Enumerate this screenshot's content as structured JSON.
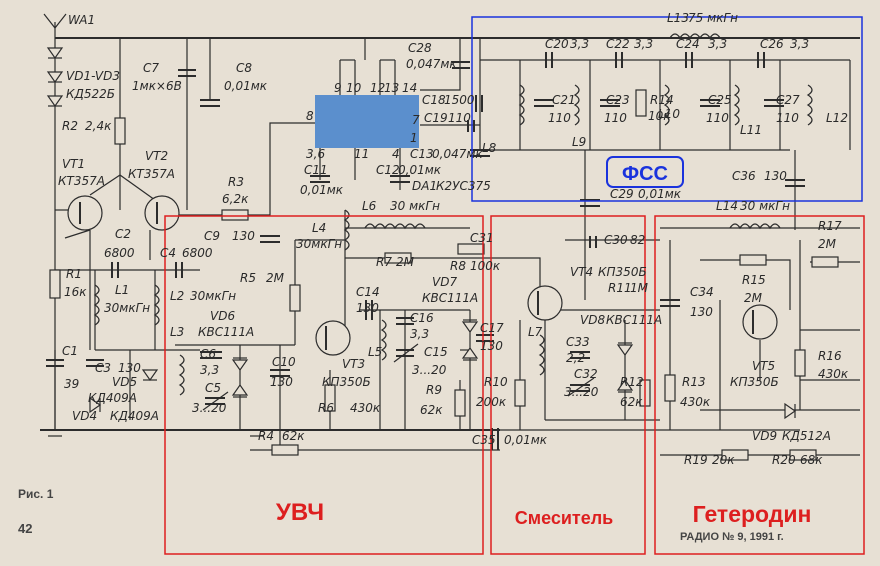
{
  "colors": {
    "background": "#e7e0d4",
    "ink": "#2c2c2c",
    "fss_box": "#1a33dd",
    "section_box": "#dd1f1f",
    "ic_fill": "#5b8fcd"
  },
  "sections": {
    "fss": "ФСС",
    "uvch": "УВЧ",
    "mixer": "Смеситель",
    "heterodyne": "Гетеродин"
  },
  "footer": {
    "figure": "Рис. 1",
    "page": "42",
    "source": "РАДИО № 9, 1991 г."
  },
  "labels": {
    "wa1": "WA1",
    "vd1": "VD1-VD3",
    "vd1b": "КД522Б",
    "c7": "C7",
    "c7v": "1мк×6В",
    "c8": "C8",
    "c8v": "0,01мк",
    "r2": "R2",
    "r2v": "2,4к",
    "vt1": "VT1",
    "vt1v": "КТ357А",
    "vt2": "VT2",
    "vt2v": "КТ357А",
    "r3": "R3",
    "r3v": "6,2к",
    "c9": "C9",
    "c9v": "130",
    "c2": "C2",
    "c2v": "6800",
    "c4": "C4",
    "c4v": "6800",
    "r1": "R1",
    "r1v": "16к",
    "l1": "L1",
    "l1v": "30мкГн",
    "l2": "L2",
    "l2v": "30мкГн",
    "vd6": "VD6",
    "vd6v": "КВС111А",
    "l3": "L3",
    "c6": "C6",
    "c6v": "3,3",
    "c5": "C5",
    "c5v": "3...20",
    "c1": "C1",
    "c1v": "39",
    "c3": "C3",
    "c3v": "130",
    "vd5": "VD5",
    "vd5v": "КД409А",
    "vd4": "VD4",
    "vd4v": "КД409А",
    "c10": "C10",
    "c10v": "130",
    "r4": "R4",
    "r4v": "62к",
    "r5": "R5",
    "r5v": "2М",
    "l4": "L4",
    "l4v": "30мкГн",
    "l6": "L6",
    "l6v": "30 мкГн",
    "r7": "R7",
    "r7v": "2М",
    "r8": "R8",
    "r8v": "100к",
    "c14": "C14",
    "c14v": "130",
    "vt3": "VT3",
    "vt3v": "КП350Б",
    "l5": "L5",
    "vd7": "VD7",
    "vd7v": "КВС111А",
    "c16": "C16",
    "c16v": "3,3",
    "c15": "C15",
    "c15v": "3...20",
    "r6": "R6",
    "r6v": "430к",
    "r9": "R9",
    "r9v": "62к",
    "c17": "C17",
    "c17v": "130",
    "c35": "C35",
    "c35v": "0,01мк",
    "c28": "C28",
    "c28v": "0,047мк",
    "c18": "C18",
    "c18v": "1500",
    "c19": "C19",
    "c19v": "110",
    "c13": "C13",
    "c13v": "0,047мк",
    "c11": "C11",
    "c11v": "0,01мк",
    "c12": "C12",
    "c12v": "0,01мк",
    "da1": "DA1",
    "da1v": "К2УС375",
    "l13": "L13",
    "l13v": "75 мкГн",
    "c20": "C20",
    "c20v": "3,3",
    "c22": "C22",
    "c22v": "3,3",
    "c24": "C24",
    "c24v": "3,3",
    "c26": "C26",
    "c26v": "3,3",
    "c21": "C21",
    "c21v": "110",
    "c23": "C23",
    "c23v": "110",
    "r14": "R14",
    "r14v": "10к",
    "c25": "C25",
    "c25v": "110",
    "c27": "C27",
    "c27v": "110",
    "l8": "L8",
    "l9": "L9",
    "l10": "L10",
    "l11": "L11",
    "l12": "L12",
    "c36": "C36",
    "c36v": "130",
    "c29": "C29",
    "c29v": "0,01мк",
    "c30": "C30",
    "c30v": "82",
    "c31": "C31",
    "vt4": "VT4",
    "vt4v": "КП350Б",
    "r11": "R11",
    "r11v": "1М",
    "vd8": "VD8",
    "vd8v": "КВС111А",
    "c33": "C33",
    "c33v": "2,2",
    "c32": "C32",
    "c32v": "3...20",
    "l7": "L7",
    "r10": "R10",
    "r10v": "200к",
    "r12": "R12",
    "r12v": "62к",
    "l14": "L14",
    "l14v": "30 мкГн",
    "r17": "R17",
    "r17v": "2М",
    "c34": "C34",
    "c34v": "130",
    "r15": "R15",
    "r15v": "2М",
    "vt5": "VT5",
    "vt5v": "КП350Б",
    "r13": "R13",
    "r13v": "430к",
    "r16": "R16",
    "r16v": "430к",
    "vd9": "VD9",
    "vd9v": "КД512А",
    "r19": "R19",
    "r19v": "20к",
    "r20": "R20",
    "r20v": "68к",
    "p9": "9",
    "p10": "10",
    "p12": "12",
    "p13": "13",
    "p14": "14",
    "p8": "8",
    "p7": "7",
    "p36": "3,6",
    "p11": "11",
    "p4": "4",
    "p1": "1"
  }
}
